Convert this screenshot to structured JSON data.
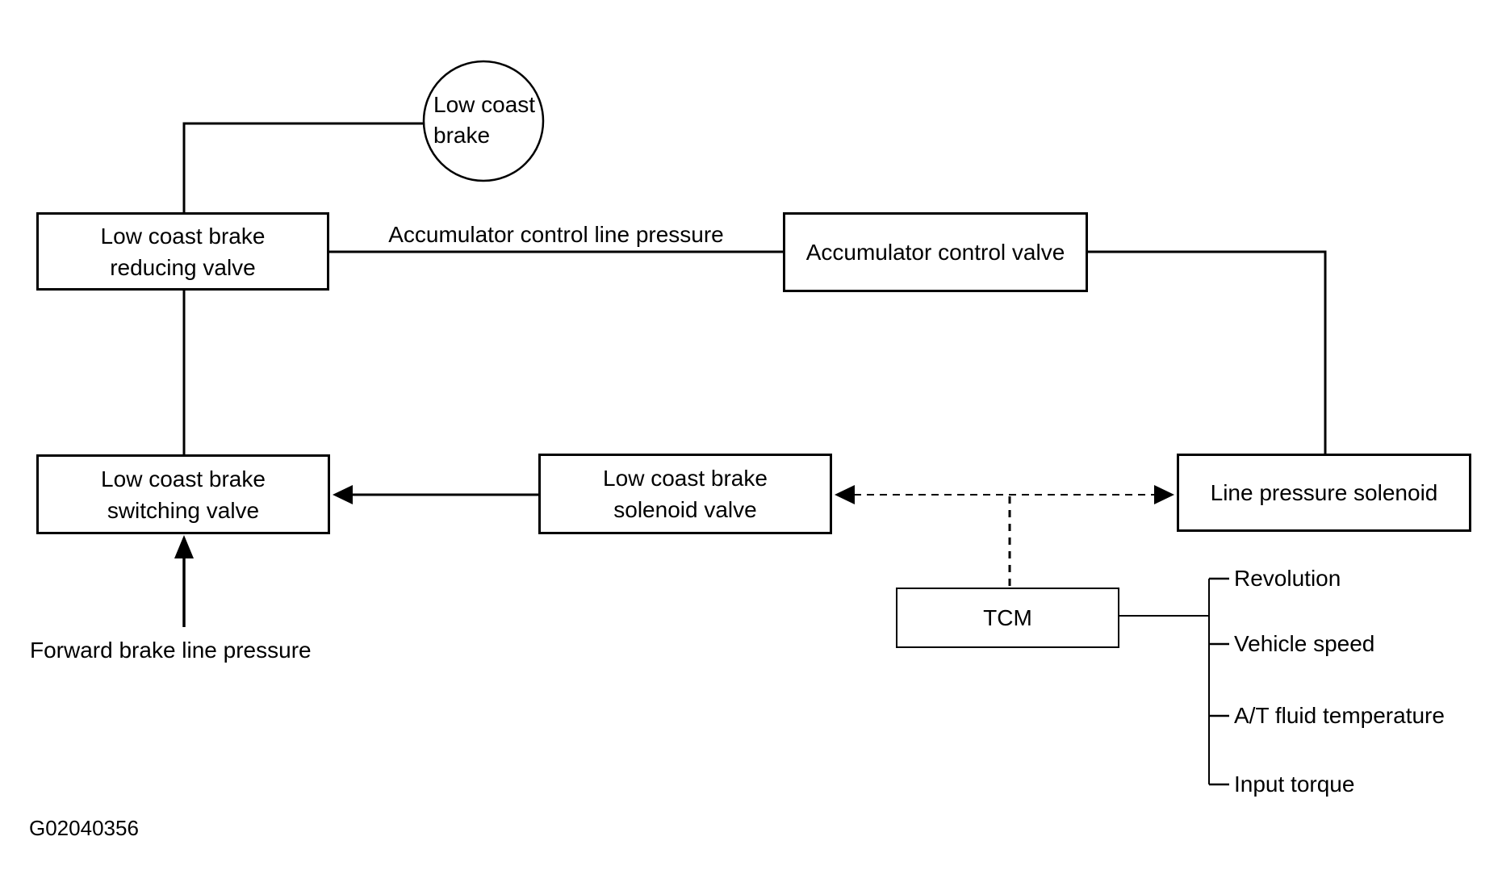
{
  "diagram": {
    "title_hint": "A/T hydraulic control circuit diagram",
    "figure_id": "G02040356",
    "colors": {
      "line": "#000000",
      "background": "#ffffff"
    },
    "nodes": {
      "low_coast_brake": "Low coast\nbrake",
      "reducing_valve": "Low coast brake\nreducing valve",
      "accumulator_control_valve": "Accumulator control valve",
      "switching_valve": "Low coast brake\nswitching valve",
      "solenoid_valve": "Low coast brake\nsolenoid valve",
      "line_pressure_solenoid": "Line pressure solenoid",
      "tcm": "TCM"
    },
    "edge_labels": {
      "accumulator_line_pressure": "Accumulator control line pressure",
      "forward_brake_line_pressure": "Forward brake line pressure"
    },
    "tcm_inputs": [
      "Revolution",
      "Vehicle speed",
      "A/T fluid temperature",
      "Input torque"
    ]
  }
}
